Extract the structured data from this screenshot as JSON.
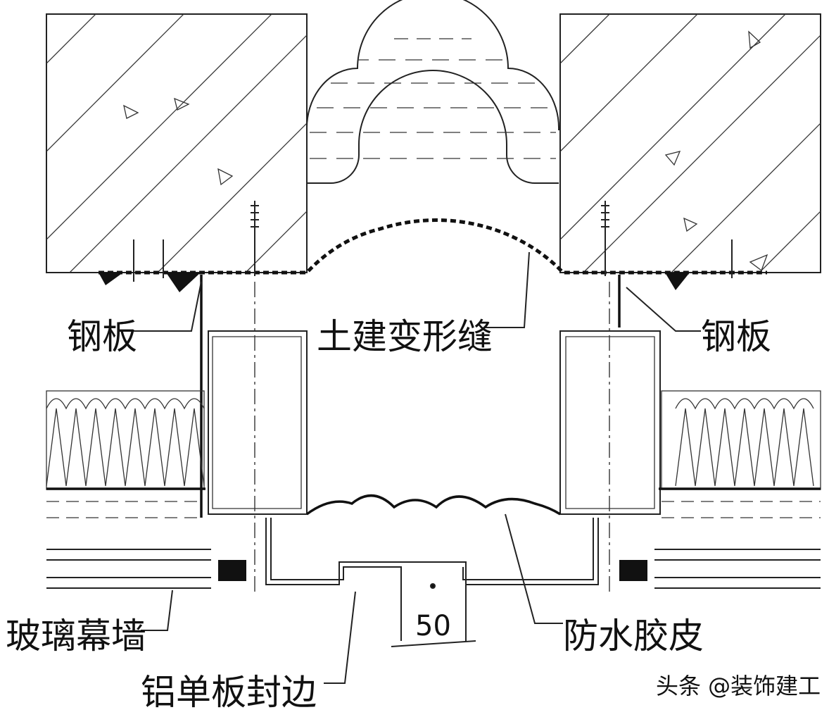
{
  "labels": {
    "steel_plate_left": "钢板",
    "steel_plate_right": "钢板",
    "deformation_joint": "土建变形缝",
    "glass_curtain_wall": "玻璃幕墙",
    "waterproof_rubber": "防水胶皮",
    "aluminum_edge": "铝单板封边",
    "dimension": "50"
  },
  "watermark": {
    "text": "头条 @装饰建工"
  },
  "colors": {
    "line": "#222222",
    "background": "#ffffff"
  }
}
